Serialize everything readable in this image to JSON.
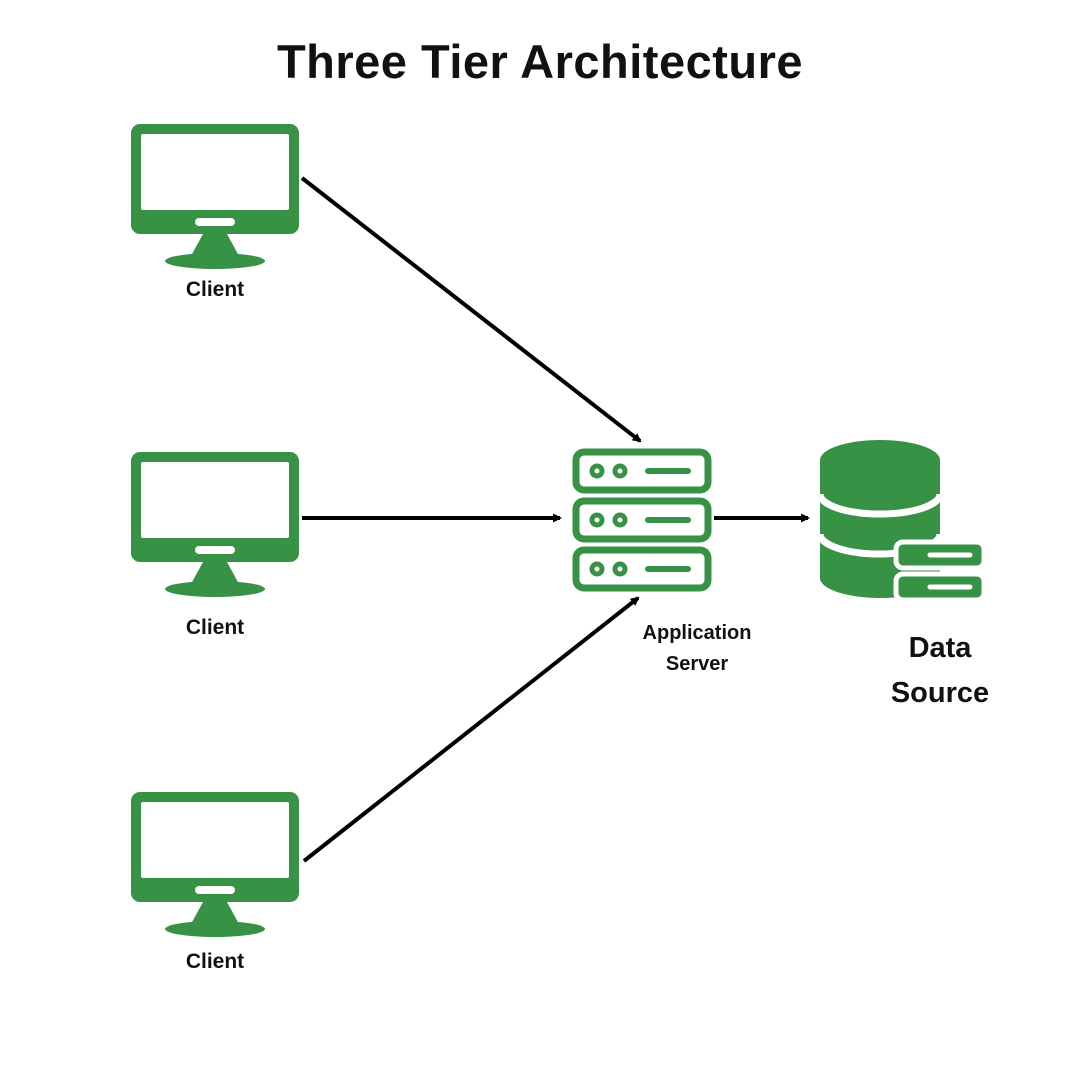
{
  "title": "Three Tier Architecture",
  "colors": {
    "accent_green": "#379245",
    "arrow_black": "#000000",
    "background": "#ffffff"
  },
  "nodes": {
    "client1": {
      "label": "Client",
      "icon": "monitor-icon"
    },
    "client2": {
      "label": "Client",
      "icon": "monitor-icon"
    },
    "client3": {
      "label": "Client",
      "icon": "monitor-icon"
    },
    "app_server": {
      "label_line1": "Application",
      "label_line2": "Server",
      "icon": "server-stack-icon"
    },
    "data_source": {
      "label_line1": "Data",
      "label_line2": "Source",
      "icon": "database-icon"
    }
  },
  "edges": [
    {
      "from": "client1",
      "to": "app_server"
    },
    {
      "from": "client2",
      "to": "app_server"
    },
    {
      "from": "client3",
      "to": "app_server"
    },
    {
      "from": "app_server",
      "to": "data_source"
    }
  ]
}
